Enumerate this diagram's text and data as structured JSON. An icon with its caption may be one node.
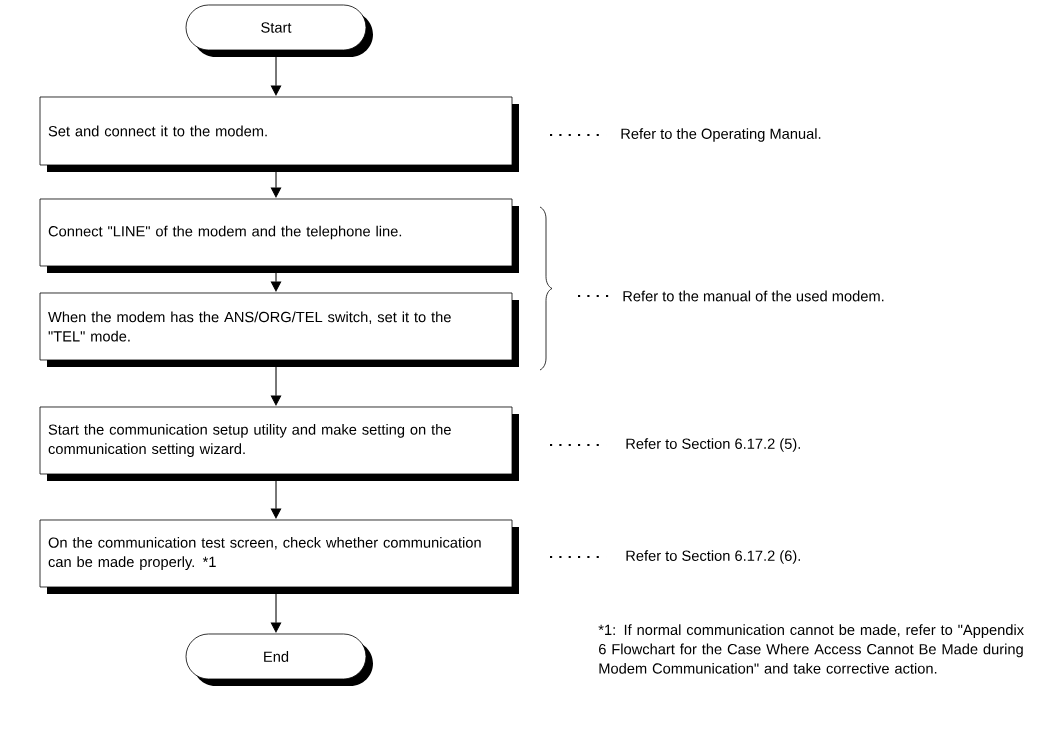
{
  "diagram": {
    "nodes": [
      {
        "text": [
          "Start"
        ]
      },
      {
        "text": [
          "Set and connect it to the modem."
        ]
      },
      {
        "text": [
          "Connect \"LINE\" of the modem and the telephone line."
        ]
      },
      {
        "text": [
          "When the modem has the ANS/ORG/TEL switch, set it to the \"TEL\" mode."
        ]
      },
      {
        "text": [
          "Start the communication setup utility and make setting on the communication setting wizard."
        ]
      },
      {
        "text": [
          "On the communication test screen, check whether communication can be made properly. *1"
        ]
      },
      {
        "text": [
          "End"
        ]
      }
    ],
    "edges": [
      {
        "from": 0,
        "to": 1,
        "arrow": "to"
      },
      {
        "from": 1,
        "to": 2,
        "arrow": "to"
      },
      {
        "from": 2,
        "to": 3,
        "arrow": "to"
      },
      {
        "from": 3,
        "to": 4,
        "arrow": "to"
      },
      {
        "from": 4,
        "to": 5,
        "arrow": "to"
      },
      {
        "from": 5,
        "to": 6,
        "arrow": "to"
      }
    ],
    "labels": [
      "Refer to the Operating Manual.",
      "Refer to the manual of the used modem.",
      "Refer to Section 6.17.2 (5).",
      "Refer to Section 6.17.2 (6).",
      "*1: If normal communication cannot be made, refer to \"Appendix 6 Flowchart for the Case Where Access Cannot Be Made during Modem Communication\" and take corrective action."
    ]
  }
}
